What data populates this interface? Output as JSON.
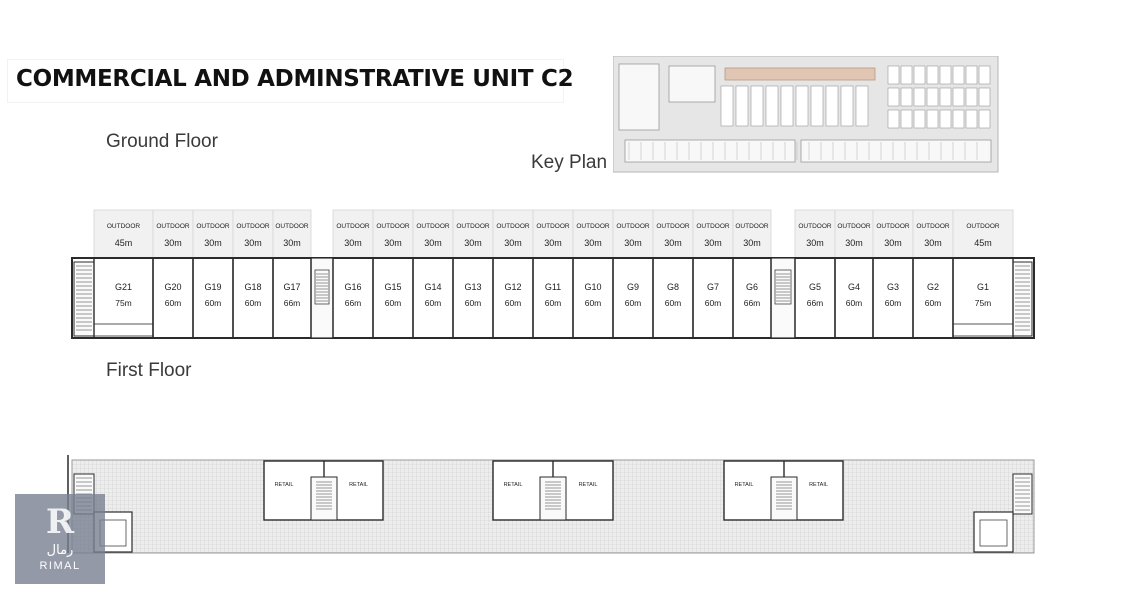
{
  "title": "COMMERCIAL AND ADMINSTRATIVE UNIT C2",
  "ground_floor_label": "Ground Floor",
  "first_floor_label": "First Floor",
  "key_plan_label": "Key Plan",
  "outdoor_label": "OUTDOOR",
  "retail_label": "RETAIL",
  "ground_units": [
    {
      "id": "G21",
      "area": "75m",
      "outdoor": "45m"
    },
    {
      "id": "G20",
      "area": "60m",
      "outdoor": "30m"
    },
    {
      "id": "G19",
      "area": "60m",
      "outdoor": "30m"
    },
    {
      "id": "G18",
      "area": "60m",
      "outdoor": "30m"
    },
    {
      "id": "G17",
      "area": "66m",
      "outdoor": "30m"
    },
    {
      "id": "G16",
      "area": "66m",
      "outdoor": "30m"
    },
    {
      "id": "G15",
      "area": "60m",
      "outdoor": "30m"
    },
    {
      "id": "G14",
      "area": "60m",
      "outdoor": "30m"
    },
    {
      "id": "G13",
      "area": "60m",
      "outdoor": "30m"
    },
    {
      "id": "G12",
      "area": "60m",
      "outdoor": "30m"
    },
    {
      "id": "G11",
      "area": "60m",
      "outdoor": "30m"
    },
    {
      "id": "G10",
      "area": "60m",
      "outdoor": "30m"
    },
    {
      "id": "G9",
      "area": "60m",
      "outdoor": "30m"
    },
    {
      "id": "G8",
      "area": "60m",
      "outdoor": "30m"
    },
    {
      "id": "G7",
      "area": "60m",
      "outdoor": "30m"
    },
    {
      "id": "G6",
      "area": "66m",
      "outdoor": "30m"
    },
    {
      "id": "G5",
      "area": "66m",
      "outdoor": "30m"
    },
    {
      "id": "G4",
      "area": "60m",
      "outdoor": "30m"
    },
    {
      "id": "G3",
      "area": "60m",
      "outdoor": "30m"
    },
    {
      "id": "G2",
      "area": "60m",
      "outdoor": "30m"
    },
    {
      "id": "G1",
      "area": "75m",
      "outdoor": "45m"
    }
  ],
  "retail_units": 6,
  "logo": {
    "mark": "R",
    "arabic": "رمال",
    "text": "RIMAL"
  },
  "colors": {
    "line": "#2b2b2b",
    "outdoor_fill": "#f1f1f1",
    "hatch": "#c9c9c9",
    "logo_bg": "#7a8191"
  }
}
